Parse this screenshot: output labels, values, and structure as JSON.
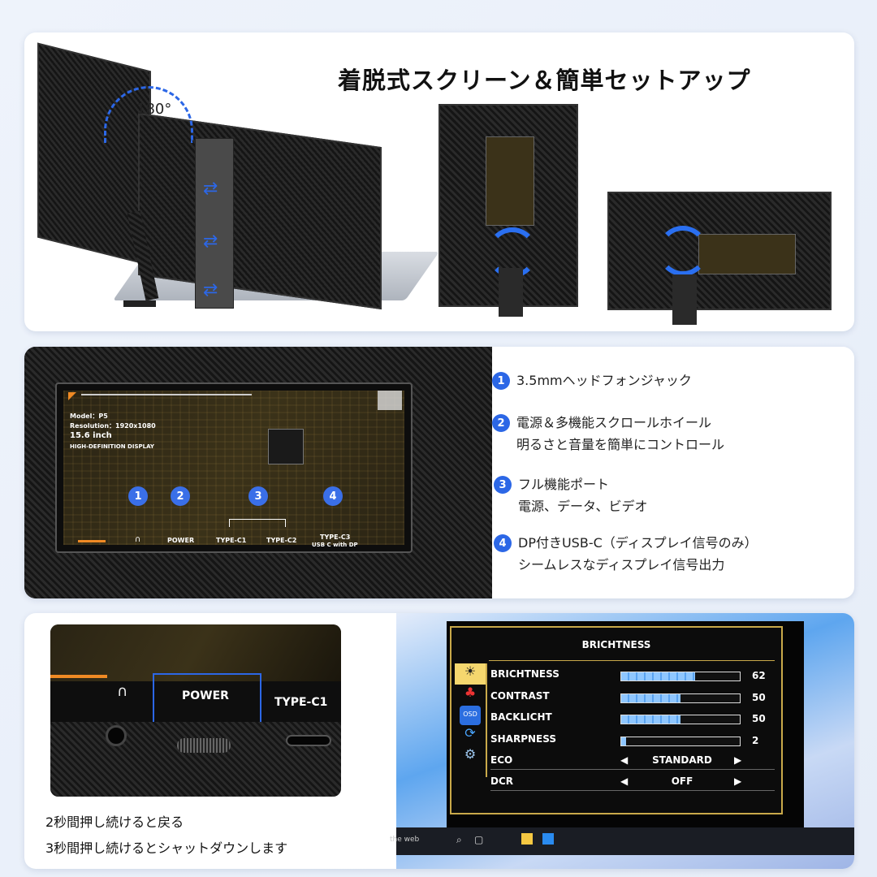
{
  "panel1": {
    "headline": "着脱式スクリーン＆簡単セットアップ",
    "rotation_label": "180°"
  },
  "panel2": {
    "screen": {
      "model": "Model：P5",
      "resolution": "Resolution：1920x1080",
      "size": "15.6 inch",
      "display_type": "HIGH-DEFINITION DISPLAY",
      "ports": [
        {
          "num": "1",
          "label": ""
        },
        {
          "num": "2",
          "label": "POWER"
        },
        {
          "num": "3",
          "label": "TYPE-C1"
        },
        {
          "num": "",
          "label": "TYPE-C2"
        },
        {
          "num": "4",
          "label": "TYPE-C3"
        }
      ],
      "type_c3_sub": "USB C with DP"
    },
    "features": [
      {
        "num": "1",
        "line1": "3.5mmヘッドフォンジャック",
        "line2": ""
      },
      {
        "num": "2",
        "line1": "電源＆多機能スクロールホイール",
        "line2": "明るさと音量を簡単にコントロール"
      },
      {
        "num": "3",
        "line1": "フル機能ポート",
        "line2": "電源、データ、ビデオ"
      },
      {
        "num": "4",
        "line1": "DP付きUSB-C（ディスプレイ信号のみ）",
        "line2": "シームレスなディスプレイ信号出力"
      }
    ]
  },
  "panel3": {
    "photo": {
      "power_label": "POWER",
      "typec1_label": "TYPE-C1"
    },
    "instructions": [
      "2秒間押し続けると戻る",
      "3秒間押し続けるとシャットダウンします"
    ],
    "osd": {
      "title": "BRICHTNESS",
      "rows": [
        {
          "label": "BRICHTNESS",
          "value": "62",
          "level": 0.62
        },
        {
          "label": "CONTRAST",
          "value": "50",
          "level": 0.5
        },
        {
          "label": "BACKLICHT",
          "value": "50",
          "level": 0.5
        },
        {
          "label": "SHARPNESS",
          "value": "2",
          "level": 0.02
        },
        {
          "label": "ECO",
          "option": "STANDARD"
        },
        {
          "label": "DCR",
          "option": "OFF"
        }
      ],
      "osd_icon_text": "OSD"
    },
    "taskbar_text": "the web"
  },
  "colors": {
    "accent": "#2c67e6",
    "gold": "#c9a94a",
    "bar": "#8fc7ff"
  }
}
